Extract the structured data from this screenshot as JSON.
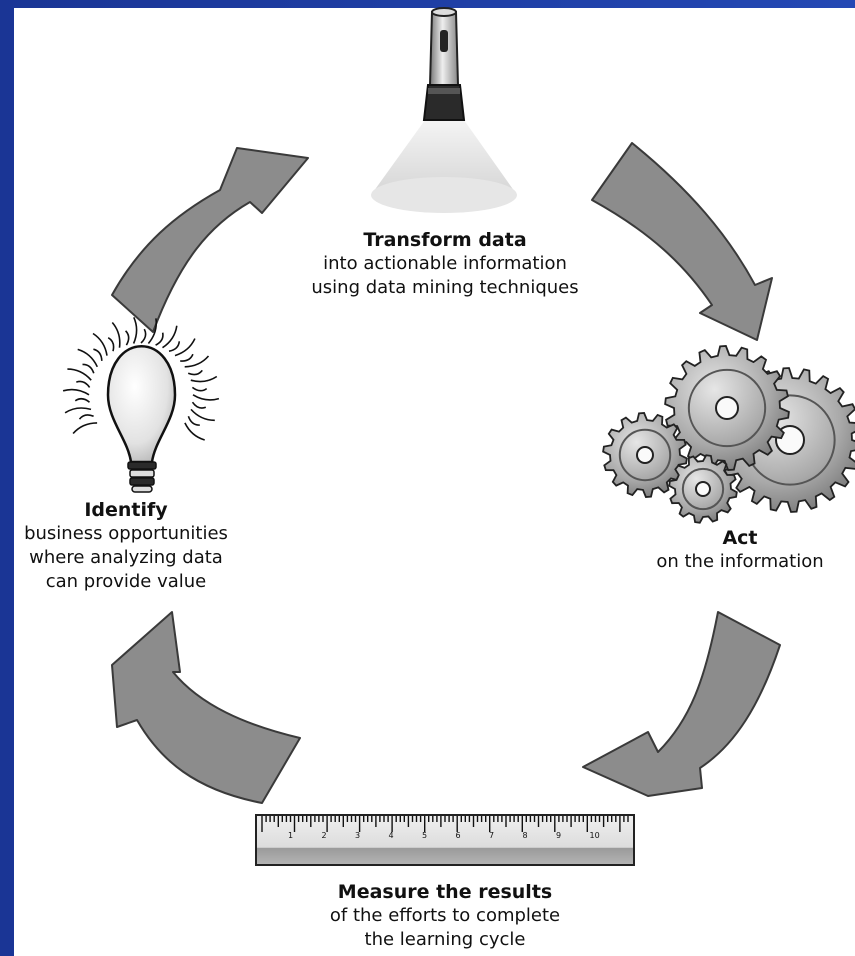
{
  "diagram": {
    "steps": [
      {
        "id": "transform",
        "title": "Transform data",
        "lines": [
          "into actionable information",
          "using data mining techniques"
        ],
        "icon": "flashlight-icon"
      },
      {
        "id": "act",
        "title": "Act",
        "lines": [
          "on the information"
        ],
        "icon": "gears-icon"
      },
      {
        "id": "measure",
        "title": "Measure the results",
        "lines": [
          "of the efforts to complete",
          "the learning cycle"
        ],
        "icon": "ruler-icon"
      },
      {
        "id": "identify",
        "title": "Identify",
        "lines": [
          "business opportunities",
          "where analyzing data",
          "can provide value"
        ],
        "icon": "lightbulb-icon"
      }
    ],
    "ruler_numbers": [
      "1",
      "2",
      "3",
      "4",
      "5",
      "6",
      "7",
      "8",
      "9",
      "10"
    ],
    "colors": {
      "frame": "#1f3fa3",
      "panel": "#ffffff",
      "arrow": "#8c8c8c",
      "arrow_stroke": "#3a3a3a",
      "text": "#111111"
    }
  }
}
